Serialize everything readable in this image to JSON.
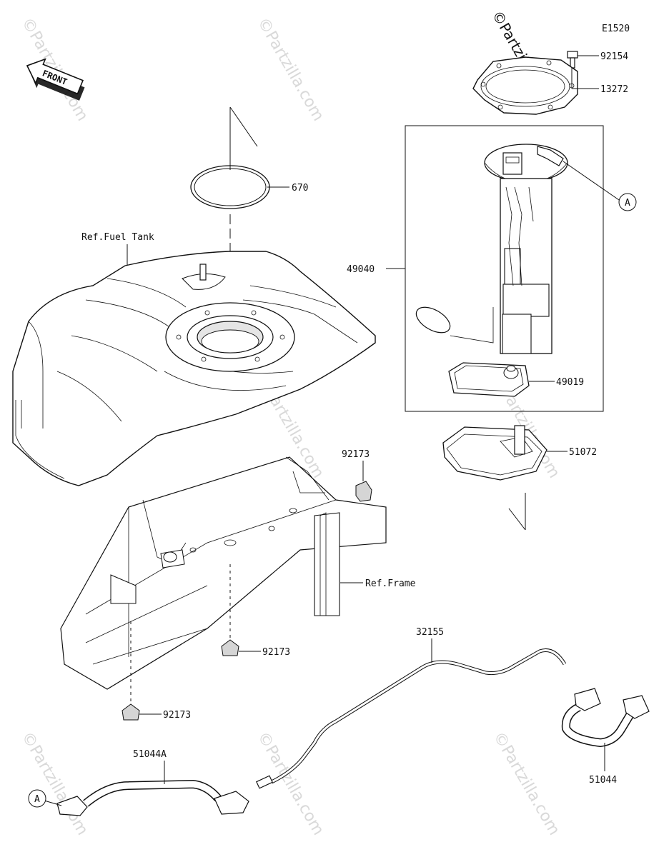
{
  "diagram": {
    "code": "E1520",
    "front_label": "FRONT",
    "watermark": "©Partzilla.com",
    "ref_labels": {
      "fuel_tank": "Ref.Fuel Tank",
      "frame": "Ref.Frame"
    },
    "callouts": {
      "bolt": "92154",
      "plate": "13272",
      "oring": "670",
      "pump": "49040",
      "filter": "49019",
      "cover": "51072",
      "clip_top": "92173",
      "clip_mid": "92173",
      "clip_low": "92173",
      "pipe": "32155",
      "hose_right": "51044",
      "hose_left": "51044A",
      "ref_a_top": "A",
      "ref_a_bottom": "A"
    }
  }
}
